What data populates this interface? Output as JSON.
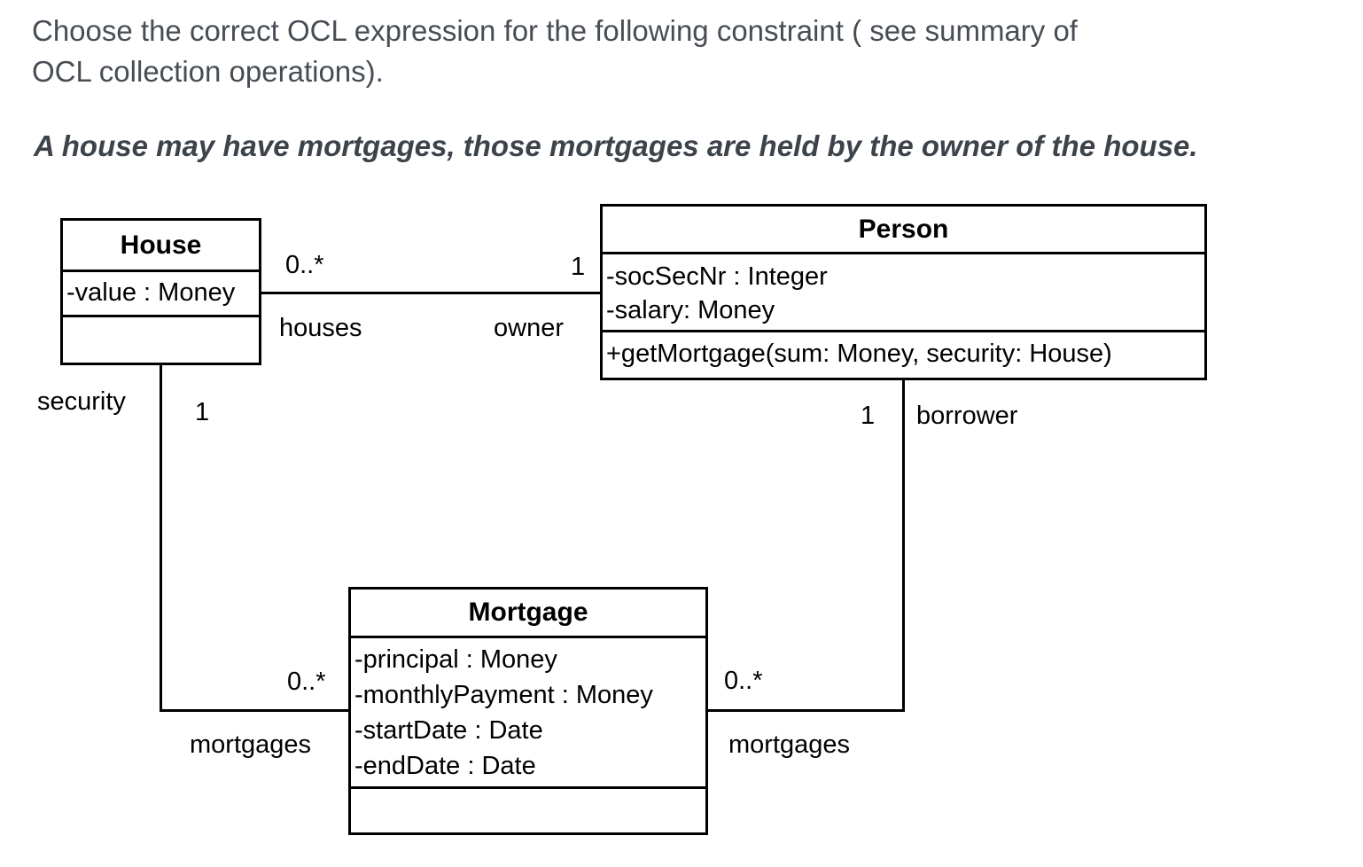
{
  "question": {
    "prompt_line1": "Choose the correct OCL expression for the following constraint ( see summary of",
    "prompt_line2": "OCL collection operations).",
    "constraint": "A house may have mortgages, those mortgages are held by the owner of the house."
  },
  "diagram": {
    "type": "uml-class-diagram",
    "classes": {
      "house": {
        "name": "House",
        "attributes": [
          "-value : Money"
        ],
        "operations": []
      },
      "person": {
        "name": "Person",
        "attributes": [
          "-socSecNr : Integer",
          "-salary: Money"
        ],
        "operations": [
          "+getMortgage(sum: Money, security: House)"
        ]
      },
      "mortgage": {
        "name": "Mortgage",
        "attributes": [
          "-principal : Money",
          "-monthlyPayment : Money",
          "-startDate : Date",
          "-endDate : Date"
        ],
        "operations": []
      }
    },
    "associations": {
      "house_person": {
        "house_end": {
          "multiplicity": "0..*",
          "role": "houses"
        },
        "person_end": {
          "multiplicity": "1",
          "role": "owner"
        }
      },
      "house_mortgage": {
        "house_end": {
          "multiplicity": "1",
          "role": "security"
        },
        "mortgage_end": {
          "multiplicity": "0..*",
          "role": "mortgages"
        }
      },
      "person_mortgage": {
        "person_end": {
          "multiplicity": "1",
          "role": "borrower"
        },
        "mortgage_end": {
          "multiplicity": "0..*",
          "role": "mortgages"
        }
      }
    }
  },
  "colors": {
    "background": "#ffffff",
    "question_text": "#474d54",
    "constraint_text": "#3d434a",
    "diagram_ink": "#000000"
  }
}
